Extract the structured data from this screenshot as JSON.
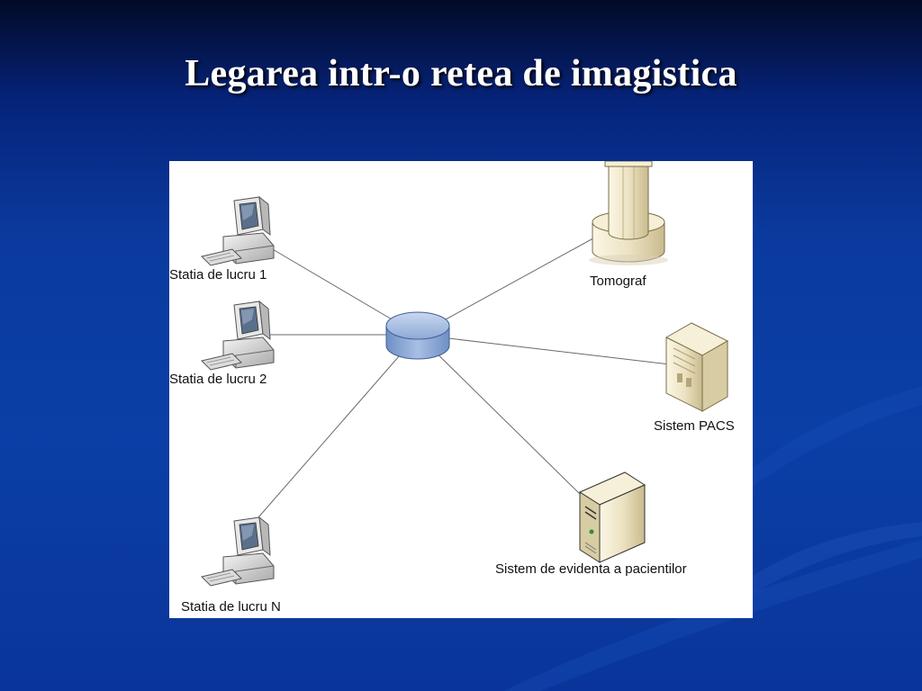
{
  "slide": {
    "title": "Legarea intr-o retea de imagistica"
  },
  "diagram": {
    "hub": {
      "icon": "network-hub-icon"
    },
    "nodes": [
      {
        "id": "ws1",
        "label": "Statia de lucru 1",
        "icon": "workstation-icon"
      },
      {
        "id": "ws2",
        "label": "Statia de lucru 2",
        "icon": "workstation-icon"
      },
      {
        "id": "wsn",
        "label": "Statia de lucru N",
        "icon": "workstation-icon"
      },
      {
        "id": "ct",
        "label": "Tomograf",
        "icon": "tomograph-icon"
      },
      {
        "id": "pacs",
        "label": "Sistem PACS",
        "icon": "server-tower-icon"
      },
      {
        "id": "his",
        "label": "Sistem de evidenta a pacientilor",
        "icon": "server-icon"
      }
    ],
    "connections": [
      [
        "hub",
        "ws1"
      ],
      [
        "hub",
        "ws2"
      ],
      [
        "hub",
        "wsn"
      ],
      [
        "hub",
        "ct"
      ],
      [
        "hub",
        "pacs"
      ],
      [
        "hub",
        "his"
      ]
    ]
  },
  "colors": {
    "background_dark": "#020a26",
    "background_blue": "#0b3fa6",
    "title_text": "#ffffff",
    "panel": "#ffffff",
    "hub_fill": "#9fb8e0",
    "line": "#6a6a6a",
    "device_cream": "#ede3c3"
  }
}
